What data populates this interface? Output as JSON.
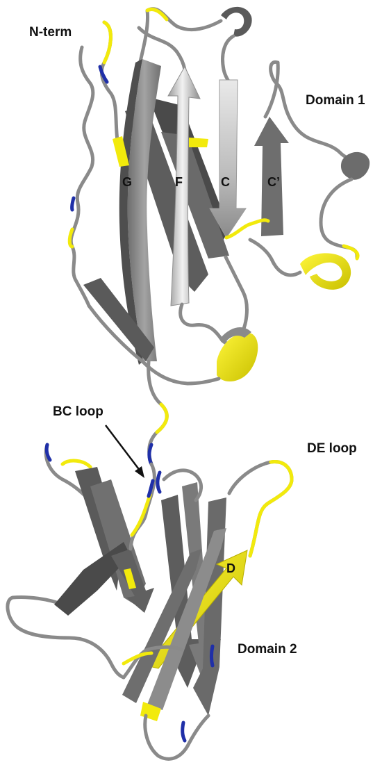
{
  "labels": {
    "n_term": "N-term",
    "domain_1": "Domain 1",
    "domain_2": "Domain 2",
    "bc_loop": "BC loop",
    "de_loop": "DE loop",
    "strand_g": "G",
    "strand_f": "F",
    "strand_c": "C",
    "strand_c_prime": "C’",
    "strand_d": "D"
  },
  "colors": {
    "strand_gray": "#7f7f7f",
    "strand_dark": "#5a5a5a",
    "strand_light": "#e6e6e6",
    "coil_gray": "#8a8a8a",
    "highlight_yellow": "#f2ea0c",
    "highlight_blue": "#1f2fa8",
    "label_text": "#111111"
  }
}
